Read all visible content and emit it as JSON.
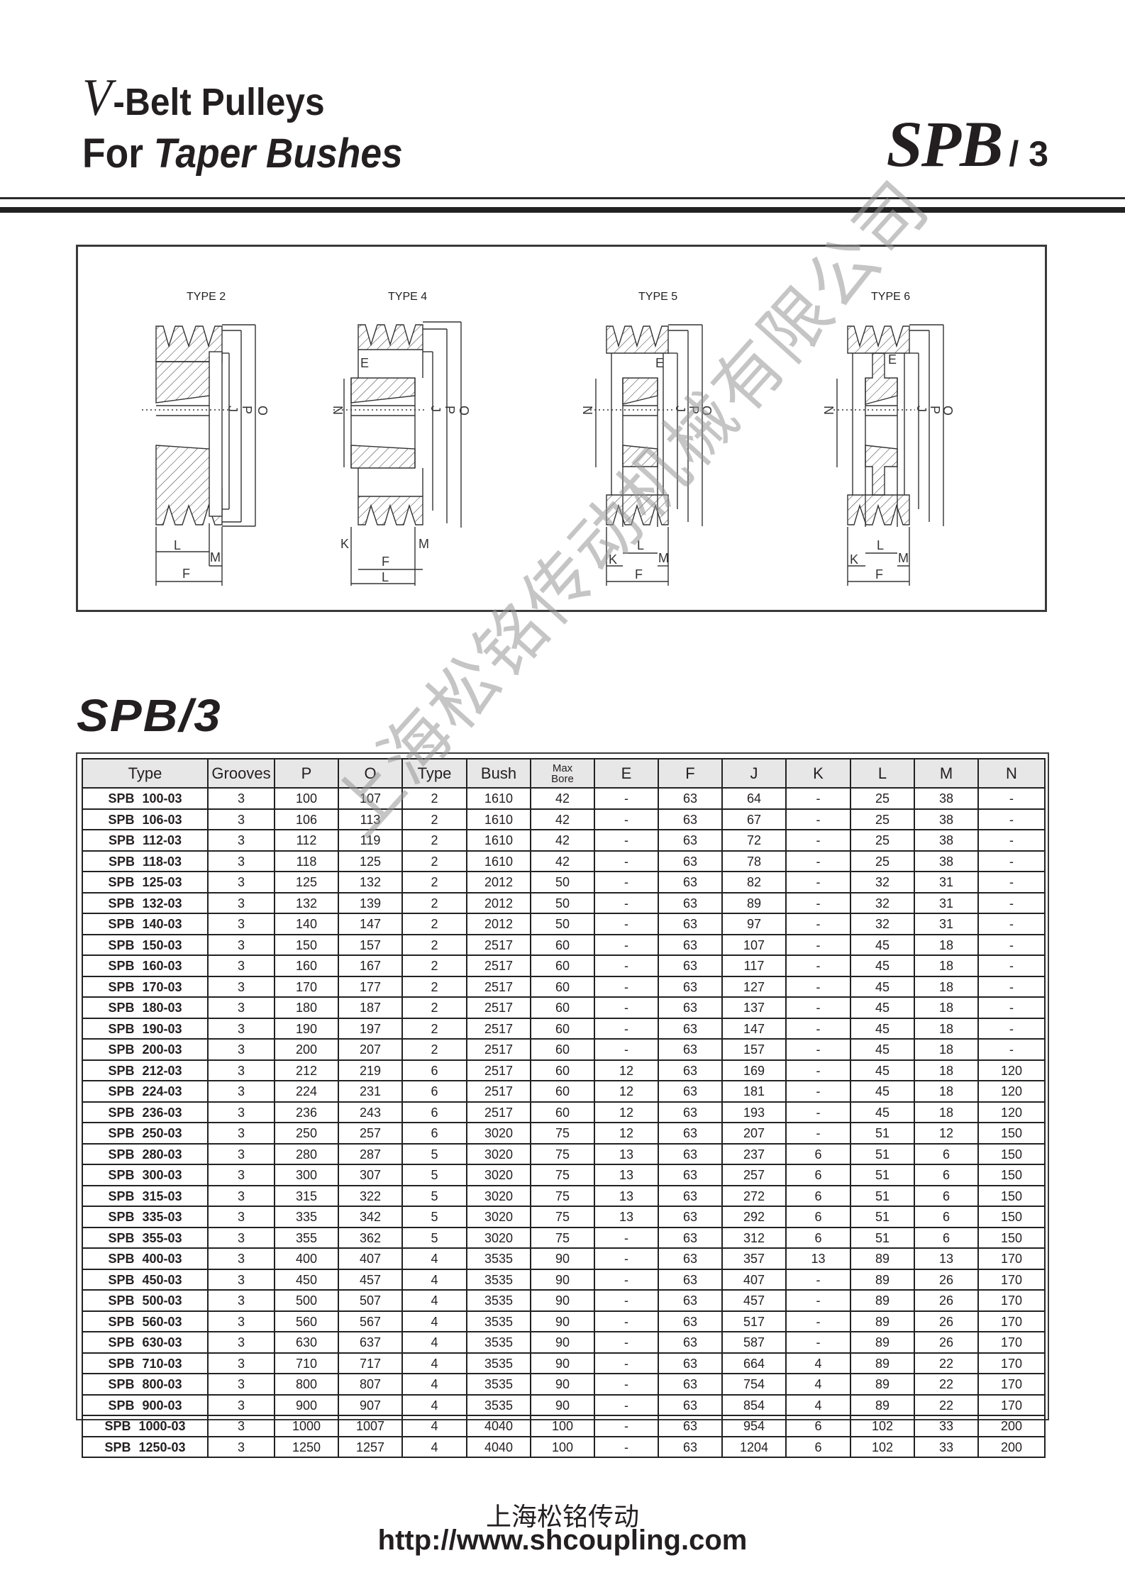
{
  "header": {
    "title_v": "V",
    "title_line1_rest": "-Belt  Pulleys",
    "title_line2_for": "For ",
    "title_line2_italic": "Taper Bushes",
    "series_big": "SPB",
    "series_small": "/ 3"
  },
  "diagram": {
    "types": [
      {
        "label": "TYPE 2"
      },
      {
        "label": "TYPE 4"
      },
      {
        "label": "TYPE 5"
      },
      {
        "label": "TYPE 6"
      }
    ],
    "dimension_letters": [
      "E",
      "F",
      "J",
      "K",
      "L",
      "M",
      "N",
      "O",
      "P"
    ]
  },
  "section_title": "SPB/3",
  "table": {
    "columns": [
      "Type",
      "Grooves",
      "P",
      "O",
      "Type",
      "Bush",
      "Max Bore",
      "E",
      "F",
      "J",
      "K",
      "L",
      "M",
      "N"
    ],
    "max_bore_line1": "Max",
    "max_bore_line2": "Bore",
    "rows": [
      [
        "SPB 100-03",
        "3",
        "100",
        "107",
        "2",
        "1610",
        "42",
        "-",
        "63",
        "64",
        "-",
        "25",
        "38",
        "-"
      ],
      [
        "SPB 106-03",
        "3",
        "106",
        "113",
        "2",
        "1610",
        "42",
        "-",
        "63",
        "67",
        "-",
        "25",
        "38",
        "-"
      ],
      [
        "SPB 112-03",
        "3",
        "112",
        "119",
        "2",
        "1610",
        "42",
        "-",
        "63",
        "72",
        "-",
        "25",
        "38",
        "-"
      ],
      [
        "SPB 118-03",
        "3",
        "118",
        "125",
        "2",
        "1610",
        "42",
        "-",
        "63",
        "78",
        "-",
        "25",
        "38",
        "-"
      ],
      [
        "SPB 125-03",
        "3",
        "125",
        "132",
        "2",
        "2012",
        "50",
        "-",
        "63",
        "82",
        "-",
        "32",
        "31",
        "-"
      ],
      [
        "SPB 132-03",
        "3",
        "132",
        "139",
        "2",
        "2012",
        "50",
        "-",
        "63",
        "89",
        "-",
        "32",
        "31",
        "-"
      ],
      [
        "SPB 140-03",
        "3",
        "140",
        "147",
        "2",
        "2012",
        "50",
        "-",
        "63",
        "97",
        "-",
        "32",
        "31",
        "-"
      ],
      [
        "SPB 150-03",
        "3",
        "150",
        "157",
        "2",
        "2517",
        "60",
        "-",
        "63",
        "107",
        "-",
        "45",
        "18",
        "-"
      ],
      [
        "SPB 160-03",
        "3",
        "160",
        "167",
        "2",
        "2517",
        "60",
        "-",
        "63",
        "117",
        "-",
        "45",
        "18",
        "-"
      ],
      [
        "SPB 170-03",
        "3",
        "170",
        "177",
        "2",
        "2517",
        "60",
        "-",
        "63",
        "127",
        "-",
        "45",
        "18",
        "-"
      ],
      [
        "SPB 180-03",
        "3",
        "180",
        "187",
        "2",
        "2517",
        "60",
        "-",
        "63",
        "137",
        "-",
        "45",
        "18",
        "-"
      ],
      [
        "SPB 190-03",
        "3",
        "190",
        "197",
        "2",
        "2517",
        "60",
        "-",
        "63",
        "147",
        "-",
        "45",
        "18",
        "-"
      ],
      [
        "SPB 200-03",
        "3",
        "200",
        "207",
        "2",
        "2517",
        "60",
        "-",
        "63",
        "157",
        "-",
        "45",
        "18",
        "-"
      ],
      [
        "SPB 212-03",
        "3",
        "212",
        "219",
        "6",
        "2517",
        "60",
        "12",
        "63",
        "169",
        "-",
        "45",
        "18",
        "120"
      ],
      [
        "SPB 224-03",
        "3",
        "224",
        "231",
        "6",
        "2517",
        "60",
        "12",
        "63",
        "181",
        "-",
        "45",
        "18",
        "120"
      ],
      [
        "SPB 236-03",
        "3",
        "236",
        "243",
        "6",
        "2517",
        "60",
        "12",
        "63",
        "193",
        "-",
        "45",
        "18",
        "120"
      ],
      [
        "SPB 250-03",
        "3",
        "250",
        "257",
        "6",
        "3020",
        "75",
        "12",
        "63",
        "207",
        "-",
        "51",
        "12",
        "150"
      ],
      [
        "SPB 280-03",
        "3",
        "280",
        "287",
        "5",
        "3020",
        "75",
        "13",
        "63",
        "237",
        "6",
        "51",
        "6",
        "150"
      ],
      [
        "SPB 300-03",
        "3",
        "300",
        "307",
        "5",
        "3020",
        "75",
        "13",
        "63",
        "257",
        "6",
        "51",
        "6",
        "150"
      ],
      [
        "SPB 315-03",
        "3",
        "315",
        "322",
        "5",
        "3020",
        "75",
        "13",
        "63",
        "272",
        "6",
        "51",
        "6",
        "150"
      ],
      [
        "SPB 335-03",
        "3",
        "335",
        "342",
        "5",
        "3020",
        "75",
        "13",
        "63",
        "292",
        "6",
        "51",
        "6",
        "150"
      ],
      [
        "SPB 355-03",
        "3",
        "355",
        "362",
        "5",
        "3020",
        "75",
        "-",
        "63",
        "312",
        "6",
        "51",
        "6",
        "150"
      ],
      [
        "SPB 400-03",
        "3",
        "400",
        "407",
        "4",
        "3535",
        "90",
        "-",
        "63",
        "357",
        "13",
        "89",
        "13",
        "170"
      ],
      [
        "SPB 450-03",
        "3",
        "450",
        "457",
        "4",
        "3535",
        "90",
        "-",
        "63",
        "407",
        "-",
        "89",
        "26",
        "170"
      ],
      [
        "SPB 500-03",
        "3",
        "500",
        "507",
        "4",
        "3535",
        "90",
        "-",
        "63",
        "457",
        "-",
        "89",
        "26",
        "170"
      ],
      [
        "SPB 560-03",
        "3",
        "560",
        "567",
        "4",
        "3535",
        "90",
        "-",
        "63",
        "517",
        "-",
        "89",
        "26",
        "170"
      ],
      [
        "SPB 630-03",
        "3",
        "630",
        "637",
        "4",
        "3535",
        "90",
        "-",
        "63",
        "587",
        "-",
        "89",
        "26",
        "170"
      ],
      [
        "SPB 710-03",
        "3",
        "710",
        "717",
        "4",
        "3535",
        "90",
        "-",
        "63",
        "664",
        "4",
        "89",
        "22",
        "170"
      ],
      [
        "SPB 800-03",
        "3",
        "800",
        "807",
        "4",
        "3535",
        "90",
        "-",
        "63",
        "754",
        "4",
        "89",
        "22",
        "170"
      ],
      [
        "SPB 900-03",
        "3",
        "900",
        "907",
        "4",
        "3535",
        "90",
        "-",
        "63",
        "854",
        "4",
        "89",
        "22",
        "170"
      ],
      [
        "SPB 1000-03",
        "3",
        "1000",
        "1007",
        "4",
        "4040",
        "100",
        "-",
        "63",
        "954",
        "6",
        "102",
        "33",
        "200"
      ],
      [
        "SPB 1250-03",
        "3",
        "1250",
        "1257",
        "4",
        "4040",
        "100",
        "-",
        "63",
        "1204",
        "6",
        "102",
        "33",
        "200"
      ]
    ]
  },
  "watermark": "上海松铭传动机械有限公司",
  "footer": {
    "company_cn": "上海松铭传动",
    "url": "http://www.shcoupling.com"
  }
}
